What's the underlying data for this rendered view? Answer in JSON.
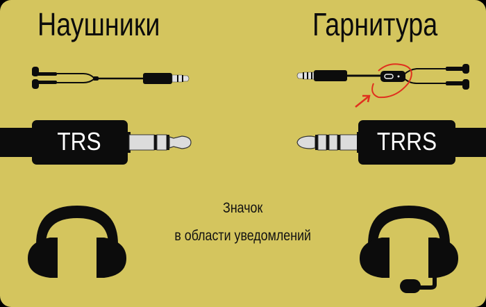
{
  "colors": {
    "background": "#d4c55e",
    "frame": "#000000",
    "ink": "#0c0c0c",
    "metal": "#dcdcdc",
    "annotation_red": "#e0301e"
  },
  "left_panel": {
    "title": "Наушники",
    "cable_diagram": "earphones-split-cable-3-pole",
    "jack_label": "TRS",
    "icon": "headphones-icon"
  },
  "right_panel": {
    "title": "Гарнитура",
    "cable_diagram": "headset-cable-with-inline-mic-remote",
    "annotation": "red-circle-and-arrow-on-inline-remote",
    "jack_label": "TRRS",
    "icon": "headset-with-mic-icon"
  },
  "center_caption": {
    "line1": "Значок",
    "line2": "в области уведомлений"
  }
}
